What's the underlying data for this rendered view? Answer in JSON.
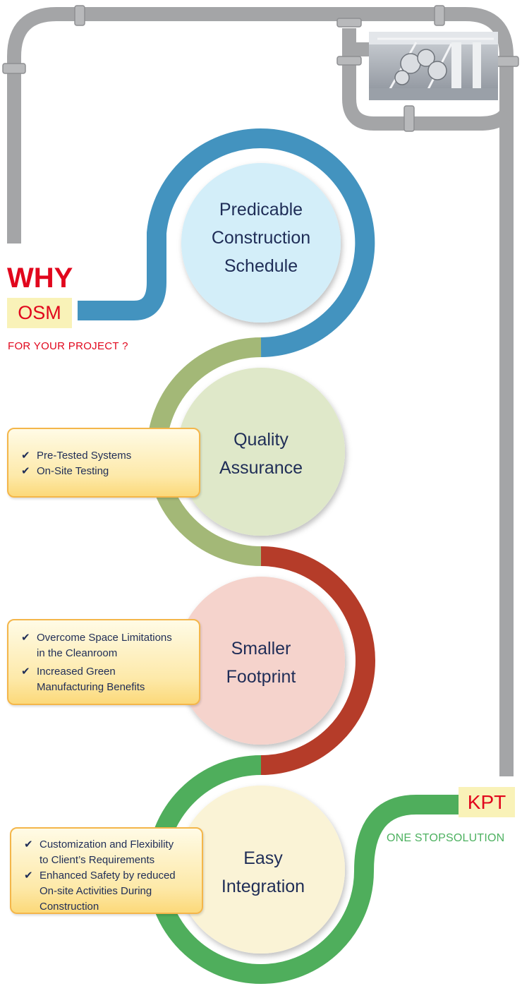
{
  "heading": {
    "why": "WHY",
    "osm": "OSM",
    "subtitle": "FOR YOUR PROJECT ?"
  },
  "stages": [
    {
      "lines": [
        "Predicable",
        "Construction",
        "Schedule"
      ],
      "color": "#4393bf",
      "fill": "#d3eef9"
    },
    {
      "lines": [
        "Quality",
        "Assurance"
      ],
      "color": "#a3b877",
      "fill": "#dfe8c9"
    },
    {
      "lines": [
        "Smaller",
        "Footprint"
      ],
      "color": "#b53c29",
      "fill": "#f5d3cc"
    },
    {
      "lines": [
        "Easy",
        "Integration"
      ],
      "color": "#4fae5c",
      "fill": "#faf3d6"
    }
  ],
  "callouts": [
    {
      "items": [
        [
          "Pre-Tested Systems"
        ],
        [
          "On-Site Testing"
        ]
      ]
    },
    {
      "items": [
        [
          "Overcome Space Limitations",
          "in the Cleanroom"
        ],
        [
          "Increased Green",
          "Manufacturing Benefits"
        ]
      ]
    },
    {
      "items": [
        [
          "Customization and Flexibility",
          "to Client’s Requirements"
        ],
        [
          "Enhanced Safety by reduced",
          "On-site Activities During",
          "Construction"
        ]
      ]
    }
  ],
  "footer": {
    "kpt": "KPT",
    "tagline": "ONE STOPSOLUTION"
  },
  "colors": {
    "pipe": "#a4a5a7",
    "accent_red": "#e1071d",
    "accent_green": "#4db160",
    "callout_border": "#f4b64a"
  },
  "icons": [
    "check-icon",
    "pipe-photo"
  ]
}
